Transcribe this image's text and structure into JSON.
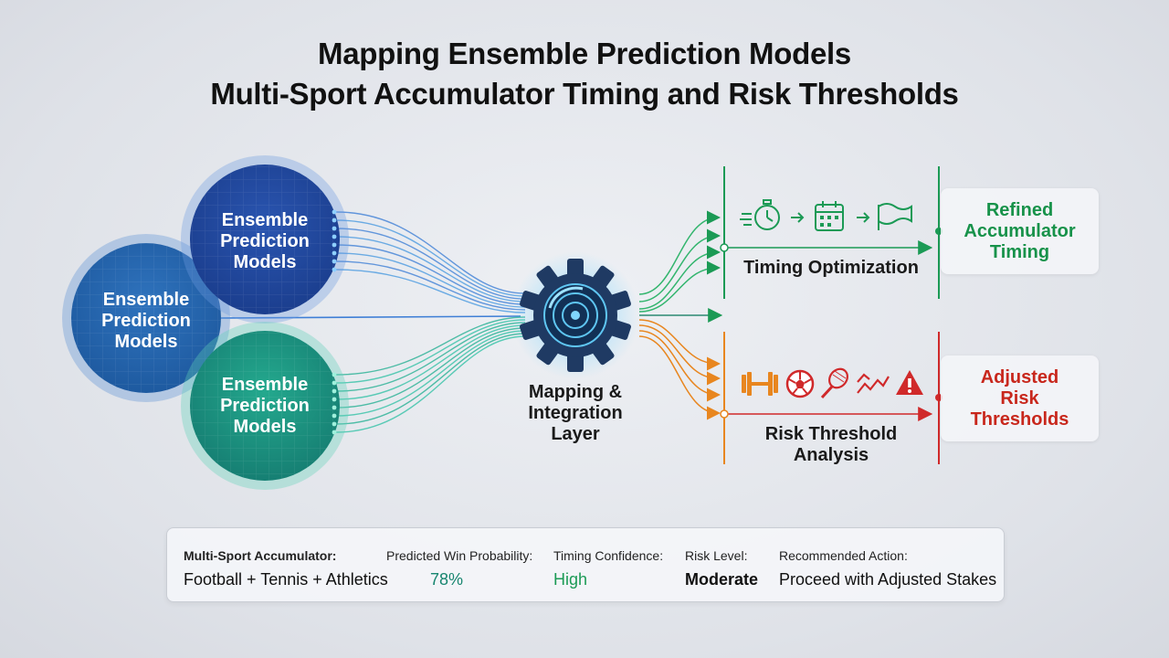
{
  "title": {
    "line1": "Mapping Ensemble Prediction Models",
    "line2": "Multi-Sport Accumulator Timing and Risk Thresholds"
  },
  "models": [
    {
      "label_lines": [
        "Ensemble",
        "Prediction",
        "Models"
      ],
      "color": "#1f4fa8"
    },
    {
      "label_lines": [
        "Ensemble",
        "Prediction",
        "Models"
      ],
      "color": "#2568b2"
    },
    {
      "label_lines": [
        "Ensemble",
        "Prediction",
        "Models"
      ],
      "color": "#1c9b84"
    }
  ],
  "integration": {
    "label_lines": [
      "Mapping &",
      "Integration",
      "Layer"
    ],
    "icon": "gear-icon"
  },
  "timing": {
    "stage_label": "Timing Optimization",
    "output_lines": [
      "Refined",
      "Accumulator",
      "Timing"
    ],
    "icons": [
      "stopwatch-icon",
      "arrow-right-icon",
      "calendar-icon",
      "arrow-right-icon",
      "finish-flag-icon"
    ],
    "color": "#1b9a55"
  },
  "risk": {
    "stage_label_lines": [
      "Risk Threshold",
      "Analysis"
    ],
    "output_lines": [
      "Adjusted",
      "Risk",
      "Thresholds"
    ],
    "icons": [
      "dumbbell-icon",
      "soccer-ball-icon",
      "tennis-racket-icon",
      "trend-chart-icon",
      "warning-icon"
    ],
    "color": "#d0292a",
    "line_color": "#e8861f"
  },
  "summary": {
    "accumulator": {
      "label": "Multi-Sport Accumulator:",
      "value": "Football + Tennis + Athletics"
    },
    "win_probability": {
      "label": "Predicted Win Probability:",
      "value": "78%"
    },
    "timing_confidence": {
      "label": "Timing Confidence:",
      "value": "High"
    },
    "risk_level": {
      "label": "Risk Level:",
      "value": "Moderate"
    },
    "recommended_action": {
      "label": "Recommended Action:",
      "value": "Proceed with Adjusted Stakes"
    }
  }
}
